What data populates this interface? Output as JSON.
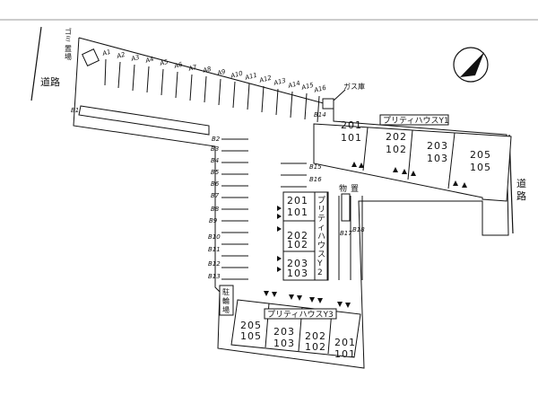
{
  "roads": {
    "left": "道路",
    "right_top": "道",
    "right_bottom": "路"
  },
  "facilities": {
    "garbage": [
      "ゴ",
      "ミ",
      "置",
      "場"
    ],
    "gas": "ガス庫",
    "storage": [
      "物",
      "置"
    ],
    "bicycle": [
      "駐",
      "輪",
      "場"
    ]
  },
  "buildings": {
    "y1": {
      "name": "プリティハウスY1",
      "units": [
        [
          "201",
          "101"
        ],
        [
          "202",
          "102"
        ],
        [
          "203",
          "103"
        ],
        [
          "205",
          "105"
        ]
      ]
    },
    "y2": {
      "name": [
        "プ",
        "リ",
        "テ",
        "ィ",
        "ハ",
        "ウ",
        "ス",
        "Y",
        "2"
      ],
      "units": [
        [
          "201",
          "101"
        ],
        [
          "202",
          "102"
        ],
        [
          "203",
          "103"
        ]
      ]
    },
    "y3": {
      "name": "プリティハウスY3",
      "units": [
        [
          "205",
          "105"
        ],
        [
          "203",
          "103"
        ],
        [
          "202",
          "102"
        ],
        [
          "201",
          "101"
        ]
      ]
    }
  },
  "parking": {
    "a": [
      "A1",
      "A2",
      "A3",
      "A4",
      "A5",
      "A6",
      "A7",
      "A8",
      "A9",
      "A10",
      "A11",
      "A12",
      "A13",
      "A14",
      "A15",
      "A16"
    ],
    "b_right": [
      "B2",
      "B3",
      "B4",
      "B5",
      "B6",
      "B7",
      "B8",
      "B9",
      "B10",
      "B11",
      "B12",
      "B13"
    ],
    "b1": "B1",
    "b14": "B14",
    "b15": "B15",
    "b16": "B16",
    "b17": "B17",
    "b18": "B18"
  },
  "icons": {
    "north": "north-arrow-icon"
  }
}
